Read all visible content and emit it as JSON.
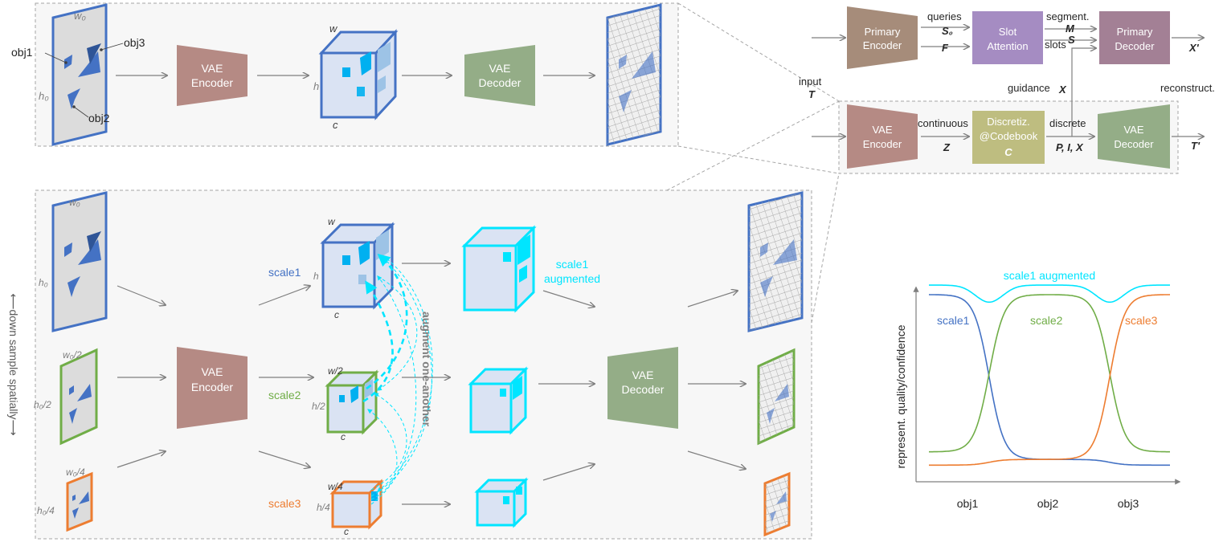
{
  "top": {
    "image_labels": {
      "w0": "w₀",
      "h0": "h₀",
      "obj1": "obj1",
      "obj2": "obj2",
      "obj3": "obj3"
    },
    "encoder": [
      "VAE",
      "Encoder"
    ],
    "decoder": [
      "VAE",
      "Decoder"
    ],
    "cube_labels": {
      "w": "w",
      "h": "h",
      "c": "c"
    }
  },
  "bottom": {
    "side_label": "⟵down sample spatially⟶",
    "rows": [
      {
        "scale": "scale1",
        "w": "w₀",
        "h": "h₀",
        "cw": "w",
        "ch": "h",
        "cc": "c"
      },
      {
        "scale": "scale2",
        "w": "w₀/2",
        "h": "h₀/2",
        "cw": "w/2",
        "ch": "h/2",
        "cc": "c"
      },
      {
        "scale": "scale3",
        "w": "w₀/4",
        "h": "h₀/4",
        "cw": "w/4",
        "ch": "h/4",
        "cc": "c"
      }
    ],
    "encoder": [
      "VAE",
      "Encoder"
    ],
    "decoder": [
      "VAE",
      "Decoder"
    ],
    "augment_label": "augment one-another",
    "augmented_label": [
      "scale1",
      "augmented"
    ]
  },
  "pipeline": {
    "input": [
      "input",
      "T"
    ],
    "primary_encoder": [
      "Primary",
      "Encoder"
    ],
    "queries": [
      "queries",
      "S₀"
    ],
    "features": "F",
    "slot_attention": [
      "Slot",
      "Attention"
    ],
    "segment": [
      "segment.",
      "M"
    ],
    "slots": [
      "slots",
      "S"
    ],
    "primary_decoder": [
      "Primary",
      "Decoder"
    ],
    "x_prime": "X'",
    "guidance": [
      "guidance",
      "X"
    ],
    "reconstruct": "reconstruct.",
    "vae_encoder": [
      "VAE",
      "Encoder"
    ],
    "continuous": [
      "continuous",
      "Z"
    ],
    "discretize": [
      "Discretiz.",
      "@Codebook",
      "C"
    ],
    "discrete": [
      "discrete",
      "P, I, X"
    ],
    "vae_decoder": [
      "VAE",
      "Decoder"
    ],
    "t_prime": "T'"
  },
  "colors": {
    "blue": "#4472c4",
    "green": "#70ad47",
    "orange": "#ed7d31",
    "cyan": "#00e5ff",
    "encoder": "#b58a84",
    "decoder": "#94ad87",
    "primary_encoder": "#a68c7a",
    "slot_attention": "#a58cc2",
    "primary_decoder": "#a38095",
    "discretize": "#bebd80",
    "arrow": "#7f7f7f"
  },
  "chart_data": {
    "type": "line",
    "title": "",
    "xlabel": "",
    "ylabel": "represent. quality/confidence",
    "categories": [
      "obj1",
      "obj2",
      "obj3"
    ],
    "x": [
      0,
      1,
      2
    ],
    "ylim": [
      0,
      1
    ],
    "grid": false,
    "series": [
      {
        "name": "scale1 augmented",
        "color": "#00e5ff",
        "values": [
          0.97,
          0.97,
          0.97
        ]
      },
      {
        "name": "scale1",
        "color": "#4472c4",
        "values": [
          0.92,
          0.05,
          0.02
        ]
      },
      {
        "name": "scale2",
        "color": "#70ad47",
        "values": [
          0.09,
          0.92,
          0.09
        ]
      },
      {
        "name": "scale3",
        "color": "#ed7d31",
        "values": [
          0.02,
          0.05,
          0.92
        ]
      }
    ]
  }
}
